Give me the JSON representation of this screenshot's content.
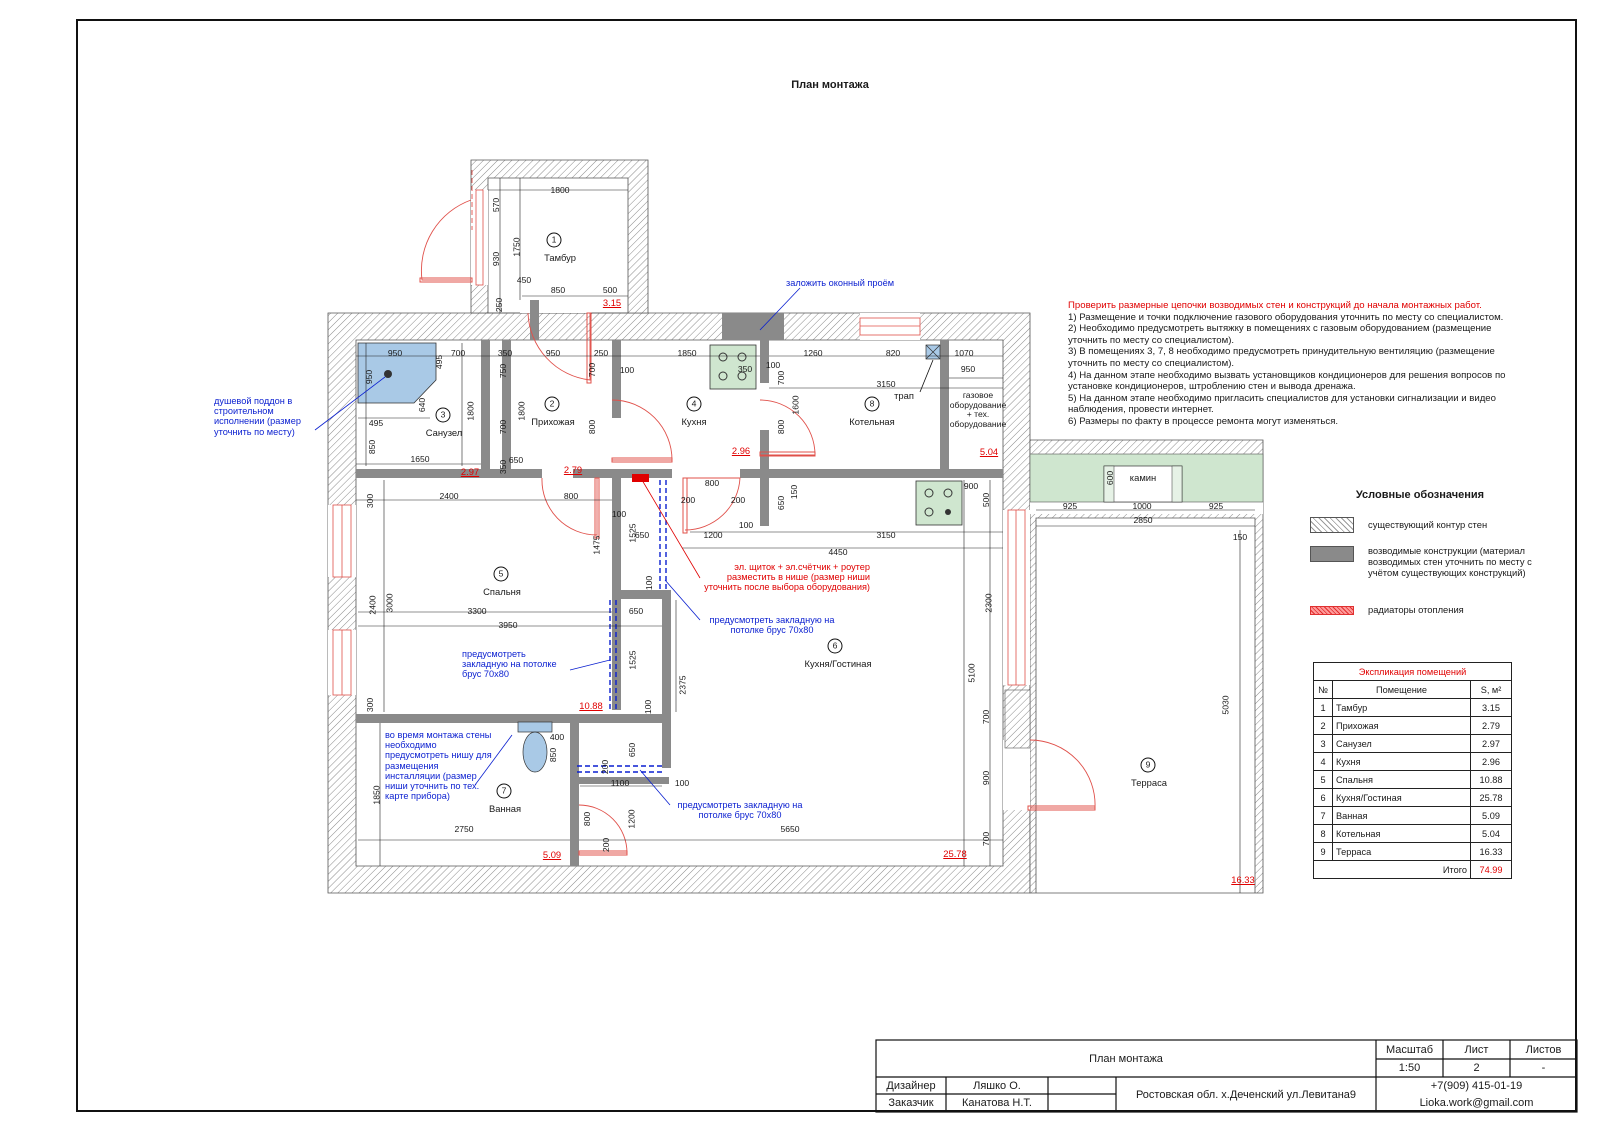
{
  "sheet_title": "План монтажа",
  "plan_notes": {
    "window_note": "заложить оконный проём",
    "shower_note": "душевой поддон в строительном исполнении (размер уточнить по месту)",
    "electric_note": "эл. щиток + эл.счётчик + роутер разместить в нише (размер ниши уточнить после выбора оборудования)",
    "beam_note_1": "предусмотреть закладную на потолке брус 70х80",
    "beam_note_2": "предусмотреть закладную на потолке брус 70х80",
    "beam_note_3": "предусмотреть закладную на потолке брус 70х80",
    "niche_note": "во время монтажа стены необходимо предусмотреть нишу для размещения инсталляции (размер ниши уточнить по тех. карте прибора)",
    "drain_label": "трап",
    "boiler_label": "газовое оборудование + тех. оборудование",
    "fireplace_label": "камин"
  },
  "rooms": [
    {
      "n": "1",
      "name": "Тамбур",
      "area": "3.15"
    },
    {
      "n": "2",
      "name": "Прихожая",
      "area": "2.79"
    },
    {
      "n": "3",
      "name": "Санузел",
      "area": "2.97"
    },
    {
      "n": "4",
      "name": "Кухня",
      "area": "2.96"
    },
    {
      "n": "5",
      "name": "Спальня",
      "area": "10.88"
    },
    {
      "n": "6",
      "name": "Кухня/Гостиная",
      "area": "25.78"
    },
    {
      "n": "7",
      "name": "Ванная",
      "area": "5.09"
    },
    {
      "n": "8",
      "name": "Котельная",
      "area": "5.04"
    },
    {
      "n": "9",
      "name": "Терраса",
      "area": "16.33"
    }
  ],
  "dimensions": {
    "d1800": "1800",
    "d570": "570",
    "d930": "930",
    "d1750": "1750",
    "d450": "450",
    "d250a": "250",
    "d850a": "850",
    "d500": "500",
    "d950a": "950",
    "d700a": "700",
    "d350a": "350",
    "d950b": "950",
    "d250b": "250",
    "d1850a": "1850",
    "d100a": "100",
    "d350b": "350",
    "d1260": "1260",
    "d820": "820",
    "d1070": "1070",
    "d950c": "950",
    "d3150a": "3150",
    "d495a": "495",
    "d640": "640",
    "d495b": "495",
    "d750": "750",
    "d700b": "700",
    "d1800b": "1800",
    "d1800c": "1800",
    "d800a": "800",
    "d700c": "700",
    "d100b": "100",
    "d700d": "700",
    "d1600": "1600",
    "d800b": "800",
    "d850b": "850",
    "d1650": "1650",
    "d350c": "350",
    "d650a": "650",
    "d800c": "800",
    "d2400a": "2400",
    "d300a": "300",
    "d1475": "1475",
    "d100c": "100",
    "d1525a": "1525",
    "d650b": "650",
    "d200a": "200",
    "d200b": "200",
    "d1200a": "1200",
    "d100d": "100",
    "d650c": "650",
    "d150a": "150",
    "d900a": "900",
    "d500b": "500",
    "d3150b": "3150",
    "d4450": "4450",
    "d100e": "100",
    "d3000": "3000",
    "d2400b": "2400",
    "d3300": "3300",
    "d650d": "650",
    "d3950": "3950",
    "d1525b": "1525",
    "d2375": "2375",
    "d2300": "2300",
    "d5100": "5100",
    "d700e": "700",
    "d900b": "900",
    "d700f": "700",
    "d300b": "300",
    "d100f": "100",
    "d400": "400",
    "d850c": "850",
    "d650e": "650",
    "d200c": "200",
    "d1100": "1100",
    "d100g": "100",
    "d1850b": "1850",
    "d800d": "800",
    "d1200b": "1200",
    "d200d": "200",
    "d2750": "2750",
    "d5650": "5650",
    "d925a": "925",
    "d1000": "1000",
    "d925b": "925",
    "d600": "600",
    "d2850": "2850",
    "d150b": "150",
    "d5030": "5030"
  },
  "notes": {
    "warning": "Проверить размерные цепочки возводимых стен и конструкций до начала монтажных работ.",
    "items": [
      "1) Размещение и точки подключение газового оборудования уточнить по месту со специалистом.",
      "2) Необходимо предусмотреть вытяжку в помещениях с газовым оборудованием (размещение уточнить по месту со специалистом).",
      "3) В помещениях 3, 7, 8 необходимо предусмотреть принудительную вентиляцию (размещение уточнить по месту со специалистом).",
      "4) На данном этапе необходимо вызвать установщиков кондиционеров для решения вопросов по установке кондиционеров, штроблению стен и вывода дренажа.",
      "5) На данном этапе необходимо пригласить специалистов для установки сигнализации и видео наблюдения, провести интернет.",
      "6) Размеры по факту в процессе ремонта могут изменяться."
    ]
  },
  "legend": {
    "title": "Условные обозначения",
    "existing": "существующий контур стен",
    "new": "возводимые конструкции (материал возводимых стен уточнить по месту с учётом существующих конструкций)",
    "radiators": "радиаторы отопления"
  },
  "explication": {
    "caption": "Экспликация помещений",
    "col_n": "№",
    "col_room": "Помещение",
    "col_area": "S, м²",
    "total_label": "Итого",
    "total_value": "74.99"
  },
  "title_block": {
    "drawing_name": "План монтажа",
    "scale_label": "Масштаб",
    "scale_value": "1:50",
    "sheet_label": "Лист",
    "sheet_value": "2",
    "sheets_label": "Листов",
    "sheets_value": "-",
    "designer_label": "Дизайнер",
    "designer_name": "Ляшко О.",
    "customer_label": "Заказчик",
    "customer_name": "Канатова Н.Т.",
    "address": "Ростовская обл. х.Деченский ул.Левитана9",
    "phone": "+7(909) 415-01-19",
    "email": "Lioka.work@gmail.com"
  },
  "colors": {
    "existing_wall_hatch": "#9a9a9a",
    "new_wall": "#8a8a8a",
    "door_swing": "#e0504a",
    "warning_red": "#e00000",
    "note_blue": "#0a1fd0",
    "stove_green": "#cfe6cf"
  }
}
